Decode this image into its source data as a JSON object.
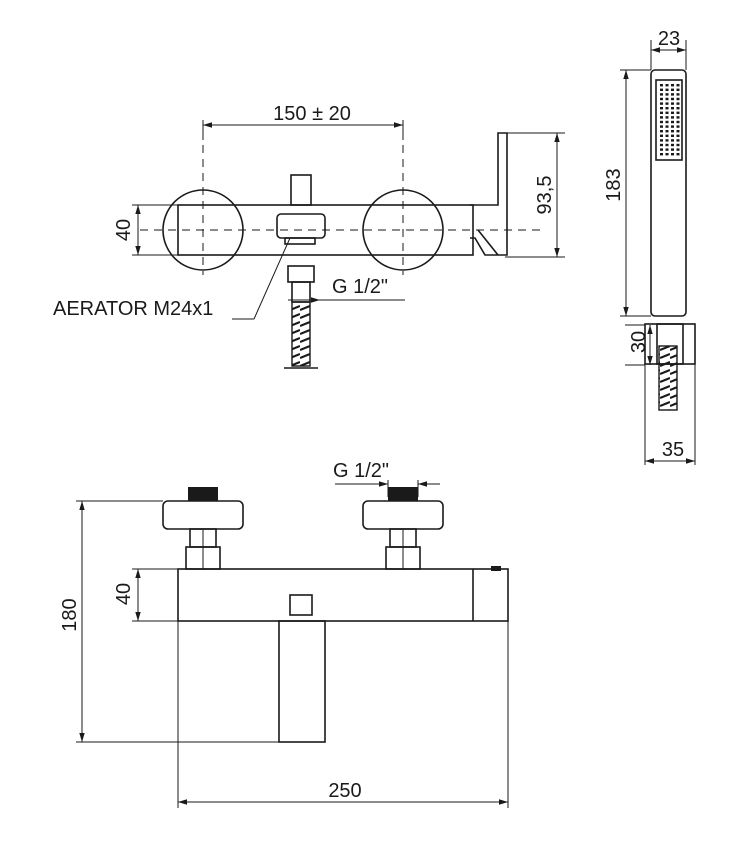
{
  "labels": {
    "spacing": "150 ± 20",
    "height_93_5": "93,5",
    "body_height_front": "40",
    "thread_top": "G 1/2\"",
    "aerator": "AERATOR M24x1",
    "shower_width": "23",
    "shower_length": "183",
    "holder_height": "30",
    "holder_width": "35",
    "thread_bottom": "G 1/2\"",
    "body_height_top": "40",
    "total_height": "180",
    "total_width": "250"
  }
}
